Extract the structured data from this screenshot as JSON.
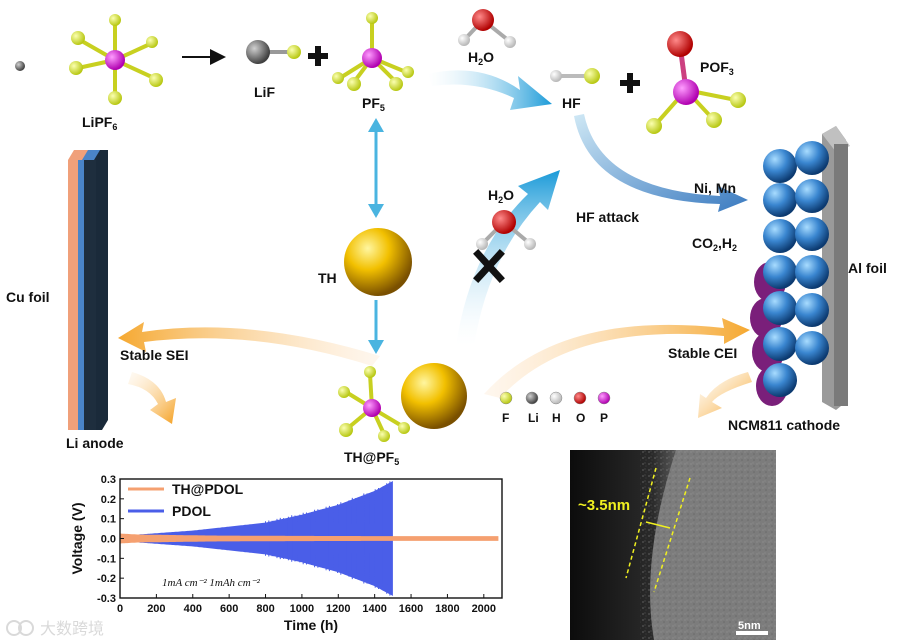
{
  "labels": {
    "lipf6": "LiPF",
    "lipf6_sub": "6",
    "lif": "LiF",
    "pf5": "PF",
    "pf5_sub": "5",
    "h2o_top": "H",
    "h2o_top_sub": "2",
    "h2o_top_tail": "O",
    "hf": "HF",
    "pof3": "POF",
    "pof3_sub": "3",
    "th": "TH",
    "h2o_mid": "H",
    "h2o_mid_sub": "2",
    "h2o_mid_tail": "O",
    "hf_attack": "HF attack",
    "ni_mn": "Ni, Mn",
    "co2h2_a": "CO",
    "co2h2_sub1": "2",
    "co2h2_b": ",H",
    "co2h2_sub2": "2",
    "al_foil": "Al foil",
    "cu_foil": "Cu foil",
    "stable_sei": "Stable SEI",
    "stable_cei": "Stable CEI",
    "li_anode": "Li anode",
    "th_pf5": "TH@PF",
    "th_pf5_sub": "5",
    "ncm_cathode": "NCM811 cathode",
    "tem_thickness": "~3.5nm",
    "scale_bar": "5nm",
    "watermark": "大数跨境"
  },
  "element_legend": [
    {
      "symbol": "F",
      "color": "#e8f03c"
    },
    {
      "symbol": "Li",
      "color": "#7a7a7a"
    },
    {
      "symbol": "H",
      "color": "#f2f2f2"
    },
    {
      "symbol": "O",
      "color": "#e01818"
    },
    {
      "symbol": "P",
      "color": "#e020e0"
    }
  ],
  "colors": {
    "fluorine": "#e8f03c",
    "phosphorus": "#e020e0",
    "lithium": "#7a7a7a",
    "oxygen": "#e01818",
    "hydrogen": "#f2f2f2",
    "th_gold": "#f0b400",
    "cathode_blue": "#2f78c8",
    "cei_purple": "#7a1f7a",
    "cu": "#f0a07a",
    "arrow_blue": "#3aa8d8",
    "arrow_orange": "#f5b040",
    "pdol": "#4a5ee8",
    "th_pdol": "#f5a070"
  },
  "chart_data": {
    "type": "line",
    "xlabel": "Time (h)",
    "ylabel": "Voltage (V)",
    "xlim": [
      0,
      2100
    ],
    "ylim": [
      -0.3,
      0.3
    ],
    "xticks": [
      "0",
      "200",
      "400",
      "600",
      "800",
      "1000",
      "1200",
      "1400",
      "1600",
      "1800",
      "2000"
    ],
    "yticks": [
      "0.3",
      "0.2",
      "0.1",
      "0.0",
      "-0.1",
      "-0.2",
      "-0.3"
    ],
    "annotation": "1mA cm⁻²   1mAh cm⁻²",
    "legend_position": "top-left",
    "series": [
      {
        "name": "TH@PDOL",
        "color": "#f5a070",
        "x": [
          0,
          100,
          500,
          1000,
          1500,
          2080
        ],
        "y_amp": [
          0.025,
          0.02,
          0.015,
          0.013,
          0.012,
          0.012
        ]
      },
      {
        "name": "PDOL",
        "color": "#4a5ee8",
        "x": [
          0,
          100,
          400,
          800,
          1000,
          1200,
          1400,
          1500
        ],
        "y_amp": [
          0.02,
          0.02,
          0.04,
          0.08,
          0.12,
          0.17,
          0.24,
          0.29
        ]
      }
    ]
  }
}
